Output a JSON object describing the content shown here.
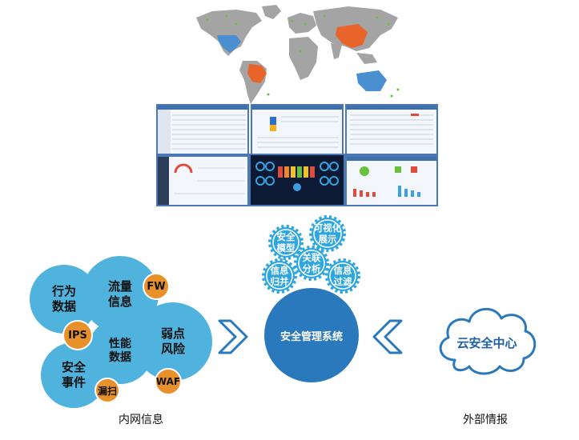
{
  "core": {
    "label": "安全管理系统"
  },
  "gears": [
    {
      "label": "安全\n模型"
    },
    {
      "label": "可视化\n展示"
    },
    {
      "label": "关联\n分析"
    },
    {
      "label": "信息\n归并"
    },
    {
      "label": "信息\n过滤"
    }
  ],
  "internal": {
    "bubbles": [
      {
        "label": "行为\n数据"
      },
      {
        "label": "流量\n信息"
      },
      {
        "label": "弱点\n风险"
      },
      {
        "label": "性能\n数据"
      },
      {
        "label": "安全\n事件"
      }
    ],
    "tags": [
      {
        "label": "FW"
      },
      {
        "label": "IPS"
      },
      {
        "label": "WAF"
      },
      {
        "label": "漏扫"
      }
    ],
    "caption": "内网信息"
  },
  "external": {
    "cloud_label": "云安全中心",
    "caption": "外部情报"
  },
  "colors": {
    "bubble": "#4fb3de",
    "tag": "#e8912a",
    "core": "#2a79bd",
    "gear": "#2fa6df",
    "arrow": "#2a79bd",
    "map_land": "#a4a4a4",
    "map_highlight_orange": "#e8642a",
    "map_highlight_blue": "#4a90d0"
  },
  "icons": [
    "world-map",
    "dashboard-screens",
    "chevron-right-icon",
    "chevron-left-icon",
    "cloud-icon",
    "gear-icon"
  ]
}
